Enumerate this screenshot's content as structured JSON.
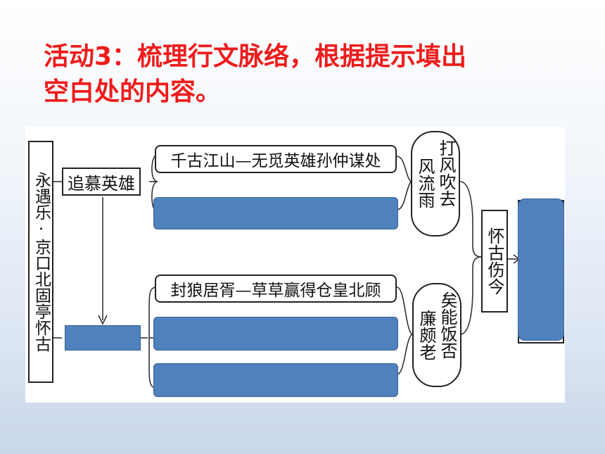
{
  "heading": {
    "line1": "活动3：梳理行文脉络，根据提示填出",
    "line2": "空白处的内容。"
  },
  "diagram": {
    "root": "永遇乐·京口北固亭怀古",
    "branch_top": "追慕英雄",
    "branch_bottom": "",
    "top_item1": "千古江山—无觅英雄孙仲谋处",
    "top_item2": "",
    "bottom_item1": "封狼居胥—草草赢得仓皇北顾",
    "bottom_item2": "",
    "bottom_item3": "",
    "summary_top": "打风吹去风流雨",
    "summary_top_col1": "打风吹去",
    "summary_top_col2": "风流雨",
    "summary_bottom_col1": "矣能饭否",
    "summary_bottom_col2": "廉颇老",
    "merge": "怀古伤今",
    "final": ""
  },
  "colors": {
    "title": "#ee1c1c",
    "blank_fill": "#4f81bd"
  }
}
